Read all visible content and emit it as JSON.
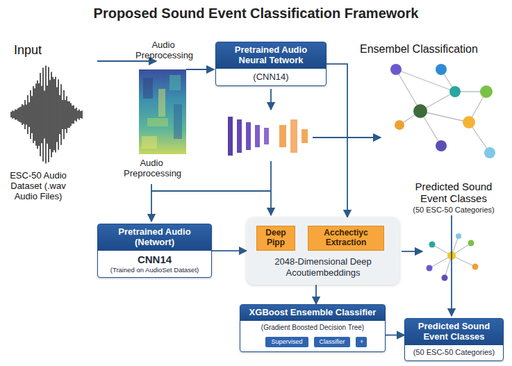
{
  "diagram": {
    "title": "Proposed Sound Event Classification Framework",
    "nodes": [
      {
        "text": [
          "Pretrained Audio Neural Tetwork",
          "(CNN14)"
        ]
      },
      {
        "text": [
          "Pretrained Audio (Networt)",
          "CNN14",
          "(Trained on AudioSet Dataset)"
        ]
      },
      {
        "text": [
          "2048-Dimensional Deep Acoutiembeddings"
        ]
      },
      {
        "text": [
          "Deep Pipp"
        ],
        "in": 2
      },
      {
        "text": [
          "Acchectiyc Extraction"
        ],
        "in": 2
      },
      {
        "text": [
          "XGBoost Ensemble Classifier",
          "(Gradient Boosted Decision Tree)"
        ]
      },
      {
        "text": [
          "Supervised"
        ],
        "in": 5
      },
      {
        "text": [
          "Classifier"
        ],
        "in": 5
      },
      {
        "text": [
          "+"
        ],
        "in": 5
      },
      {
        "text": [
          "Predicted Sound Event Classes",
          "(50 ESC-50 Categories)"
        ]
      }
    ],
    "edges": [
      {
        "from": 1,
        "to": 2,
        "arrow": "to"
      },
      {
        "from": 3,
        "to": 4,
        "arrow": "to"
      },
      {
        "from": 0,
        "to": 2,
        "arrow": "to"
      },
      {
        "from": 2,
        "to": 5,
        "arrow": "to"
      },
      {
        "from": 5,
        "to": 9,
        "arrow": "to"
      }
    ],
    "labels": [
      "Input",
      "Audio Preprocessing",
      "Audio Preprocessing",
      "ESC-50 Audio Dataset (.wav Audio Files)",
      "Ensembel Classification",
      "Predicted Sound Event Classes",
      "(50 ESC-50 Categories)"
    ]
  }
}
